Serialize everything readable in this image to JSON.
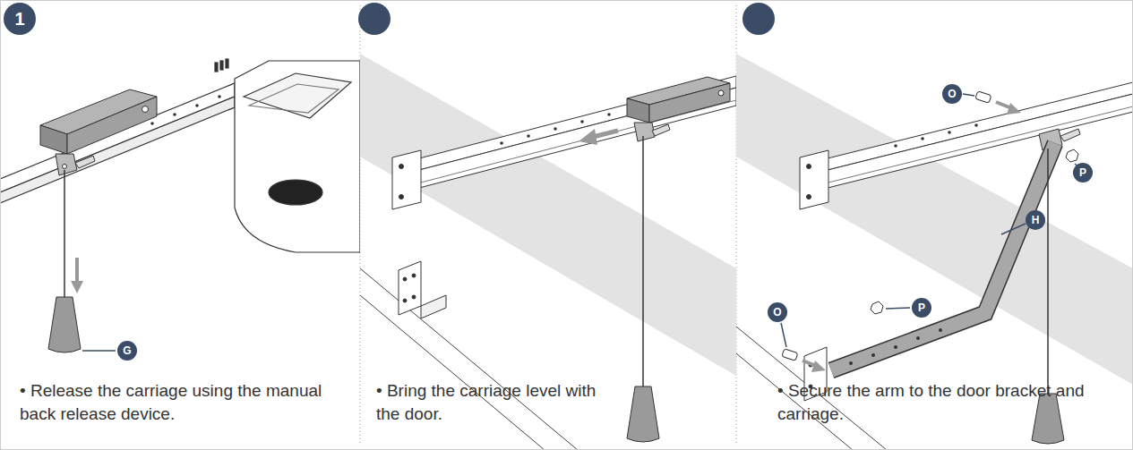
{
  "diagram": {
    "labels": [
      "1",
      "G",
      "• Release the carriage using the manual back release device.",
      "• Bring the carriage level with the door.",
      "O",
      "P",
      "H",
      "O",
      "P",
      "• Secure the arm to the door bracket and carriage."
    ]
  }
}
